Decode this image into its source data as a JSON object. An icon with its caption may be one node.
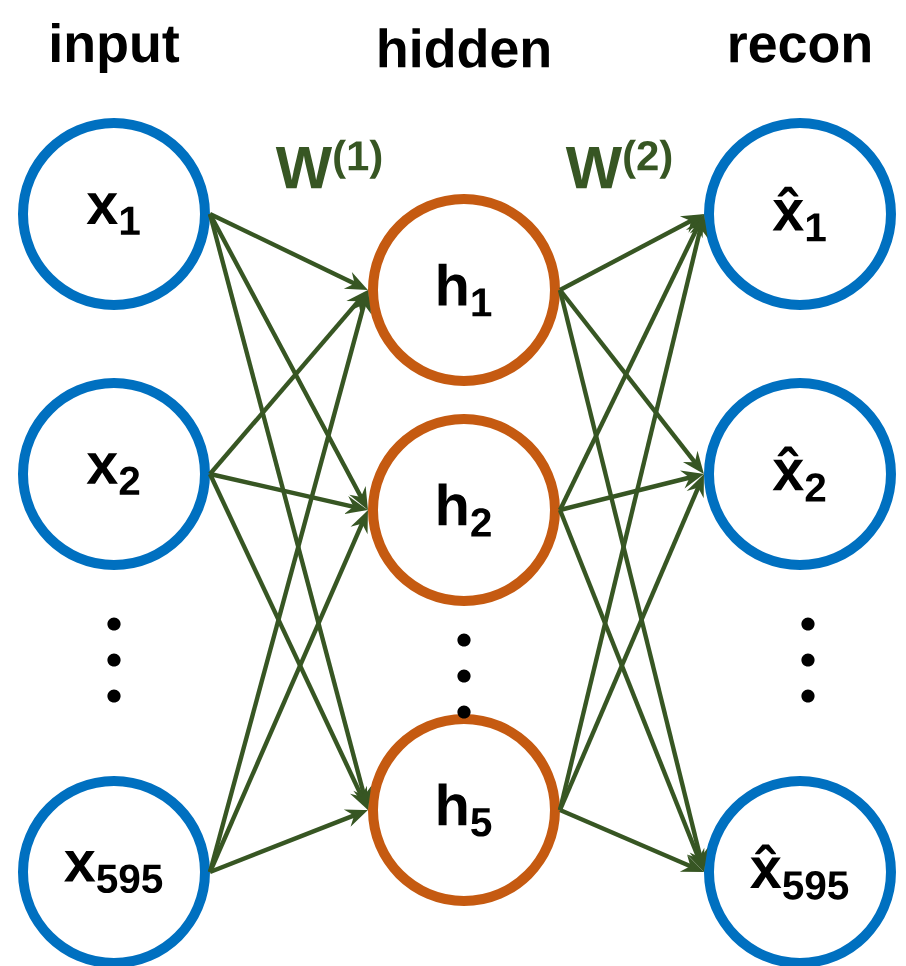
{
  "diagram": {
    "nodes": [
      {
        "text": [
          "x$_{1}$"
        ]
      },
      {
        "text": [
          "x$_{2}$"
        ]
      },
      {
        "text": [
          "x$_{595}$"
        ]
      },
      {
        "text": [
          "h$_{1}$"
        ]
      },
      {
        "text": [
          "h$_{2}$"
        ]
      },
      {
        "text": [
          "h$_{5}$"
        ]
      },
      {
        "text": [
          "x̂$_{1}$"
        ]
      },
      {
        "text": [
          "x̂$_{2}$"
        ]
      },
      {
        "text": [
          "x̂$_{595}$"
        ]
      }
    ],
    "edges": [
      {
        "from": 0,
        "to": 3,
        "arrow": "to"
      },
      {
        "from": 0,
        "to": 4,
        "arrow": "to"
      },
      {
        "from": 0,
        "to": 5,
        "arrow": "to"
      },
      {
        "from": 1,
        "to": 3,
        "arrow": "to"
      },
      {
        "from": 1,
        "to": 4,
        "arrow": "to"
      },
      {
        "from": 1,
        "to": 5,
        "arrow": "to"
      },
      {
        "from": 2,
        "to": 3,
        "arrow": "to"
      },
      {
        "from": 2,
        "to": 4,
        "arrow": "to"
      },
      {
        "from": 2,
        "to": 5,
        "arrow": "to"
      },
      {
        "from": 3,
        "to": 6,
        "arrow": "to"
      },
      {
        "from": 3,
        "to": 7,
        "arrow": "to"
      },
      {
        "from": 3,
        "to": 8,
        "arrow": "to"
      },
      {
        "from": 4,
        "to": 6,
        "arrow": "to"
      },
      {
        "from": 4,
        "to": 7,
        "arrow": "to"
      },
      {
        "from": 4,
        "to": 8,
        "arrow": "to"
      },
      {
        "from": 5,
        "to": 6,
        "arrow": "to"
      },
      {
        "from": 5,
        "to": 7,
        "arrow": "to"
      },
      {
        "from": 5,
        "to": 8,
        "arrow": "to"
      }
    ],
    "labels": [
      "input",
      "hidden",
      "recon",
      "W$^{(1)}$",
      "W$^{(2)}$"
    ]
  }
}
